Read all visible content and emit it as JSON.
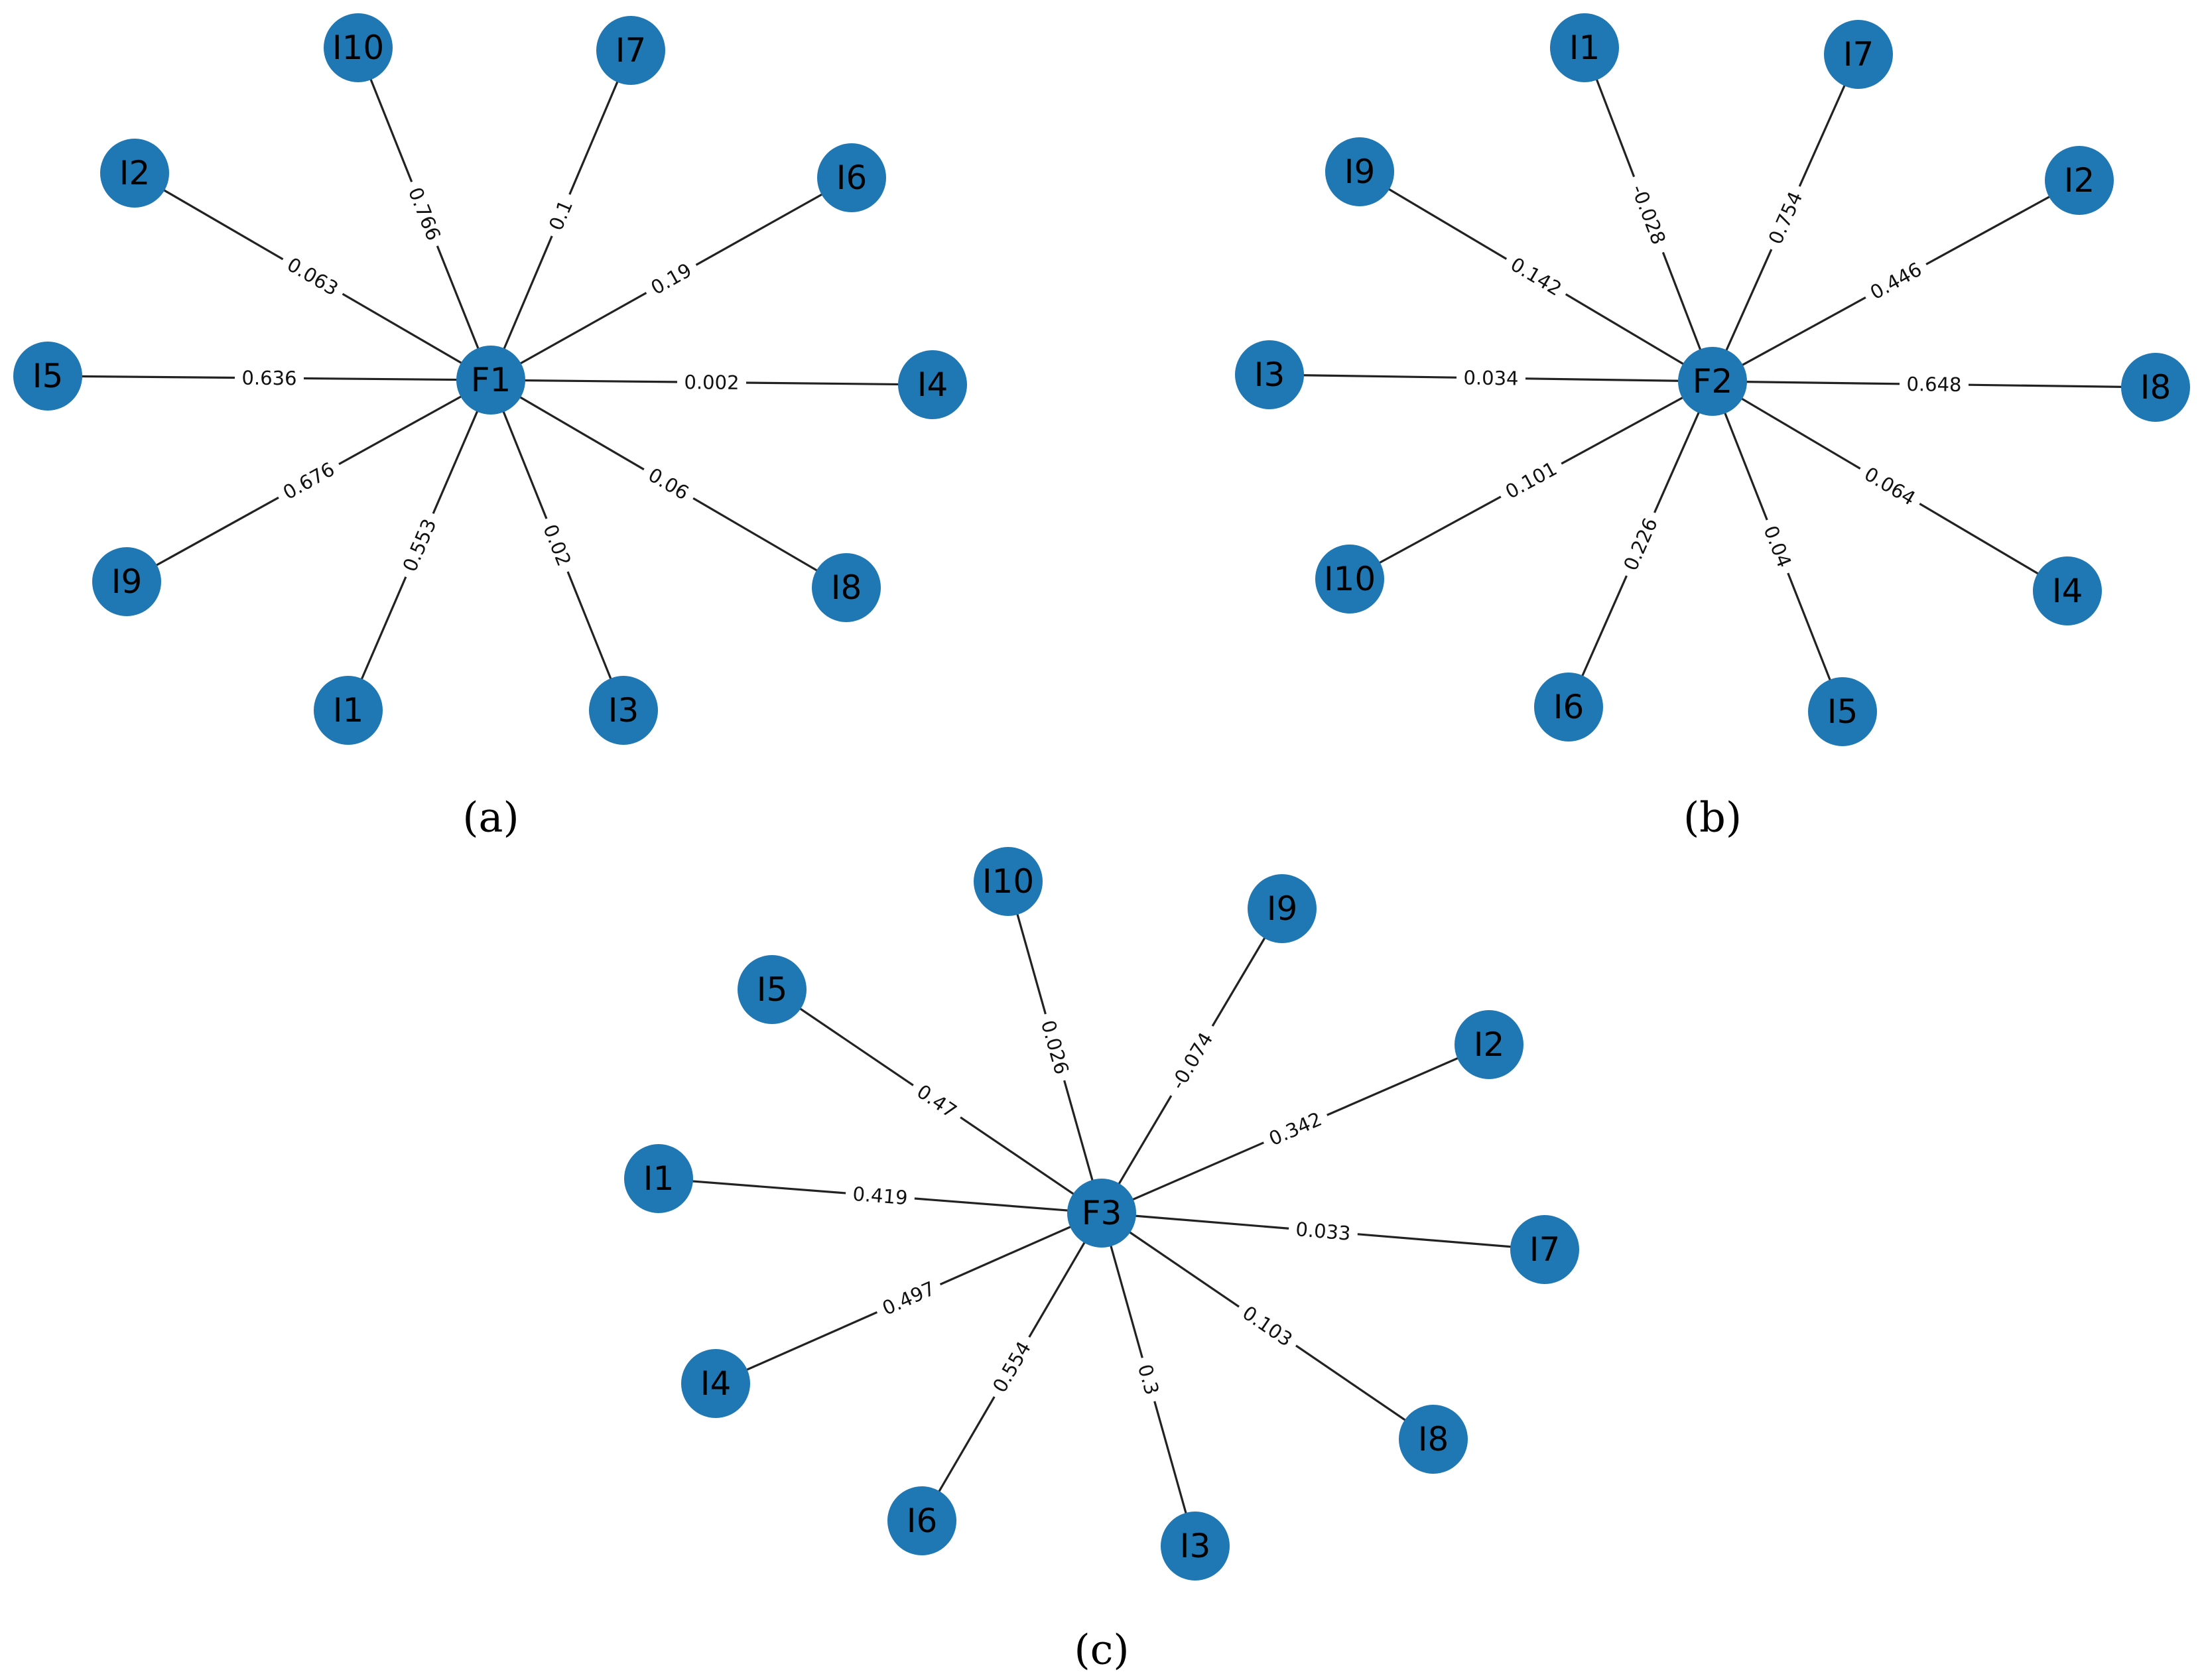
{
  "node_color": "#1f77b4",
  "edge_color": "#222222",
  "panels": [
    {
      "caption": "(a)",
      "center": "F1",
      "edges": [
        {
          "target": "I10",
          "weight": "0.766"
        },
        {
          "target": "I7",
          "weight": "0.1"
        },
        {
          "target": "I6",
          "weight": "0.19"
        },
        {
          "target": "I2",
          "weight": "0.063"
        },
        {
          "target": "I5",
          "weight": "0.636"
        },
        {
          "target": "I4",
          "weight": "0.002"
        },
        {
          "target": "I9",
          "weight": "0.676"
        },
        {
          "target": "I8",
          "weight": "0.06"
        },
        {
          "target": "I1",
          "weight": "0.553"
        },
        {
          "target": "I3",
          "weight": "0.02"
        }
      ]
    },
    {
      "caption": "(b)",
      "center": "F2",
      "edges": [
        {
          "target": "I1",
          "weight": "-0.028"
        },
        {
          "target": "I7",
          "weight": "0.754"
        },
        {
          "target": "I9",
          "weight": "0.142"
        },
        {
          "target": "I2",
          "weight": "0.446"
        },
        {
          "target": "I3",
          "weight": "0.034"
        },
        {
          "target": "I8",
          "weight": "0.648"
        },
        {
          "target": "I10",
          "weight": "0.101"
        },
        {
          "target": "I4",
          "weight": "0.064"
        },
        {
          "target": "I6",
          "weight": "0.226"
        },
        {
          "target": "I5",
          "weight": "0.04"
        }
      ]
    },
    {
      "caption": "(c)",
      "center": "F3",
      "edges": [
        {
          "target": "I10",
          "weight": "0.026"
        },
        {
          "target": "I9",
          "weight": "-0.074"
        },
        {
          "target": "I5",
          "weight": "0.47"
        },
        {
          "target": "I2",
          "weight": "0.342"
        },
        {
          "target": "I1",
          "weight": "0.419"
        },
        {
          "target": "I7",
          "weight": "0.033"
        },
        {
          "target": "I4",
          "weight": "0.497"
        },
        {
          "target": "I8",
          "weight": "0.103"
        },
        {
          "target": "I6",
          "weight": "0.554"
        },
        {
          "target": "I3",
          "weight": "0.3"
        }
      ]
    }
  ]
}
